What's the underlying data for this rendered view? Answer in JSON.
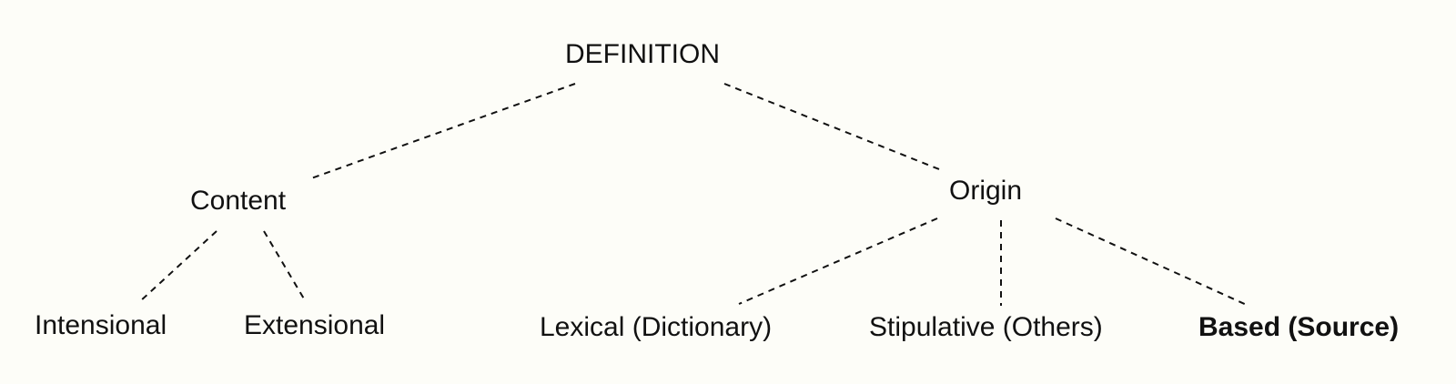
{
  "diagram": {
    "root": "DEFINITION",
    "content": {
      "label": "Content",
      "children": [
        "Intensional",
        "Extensional"
      ]
    },
    "origin": {
      "label": "Origin",
      "children": [
        "Lexical (Dictionary)",
        "Stipulative (Others)",
        "Based (Source)"
      ]
    },
    "emphasized_node": "Based (Source)"
  }
}
